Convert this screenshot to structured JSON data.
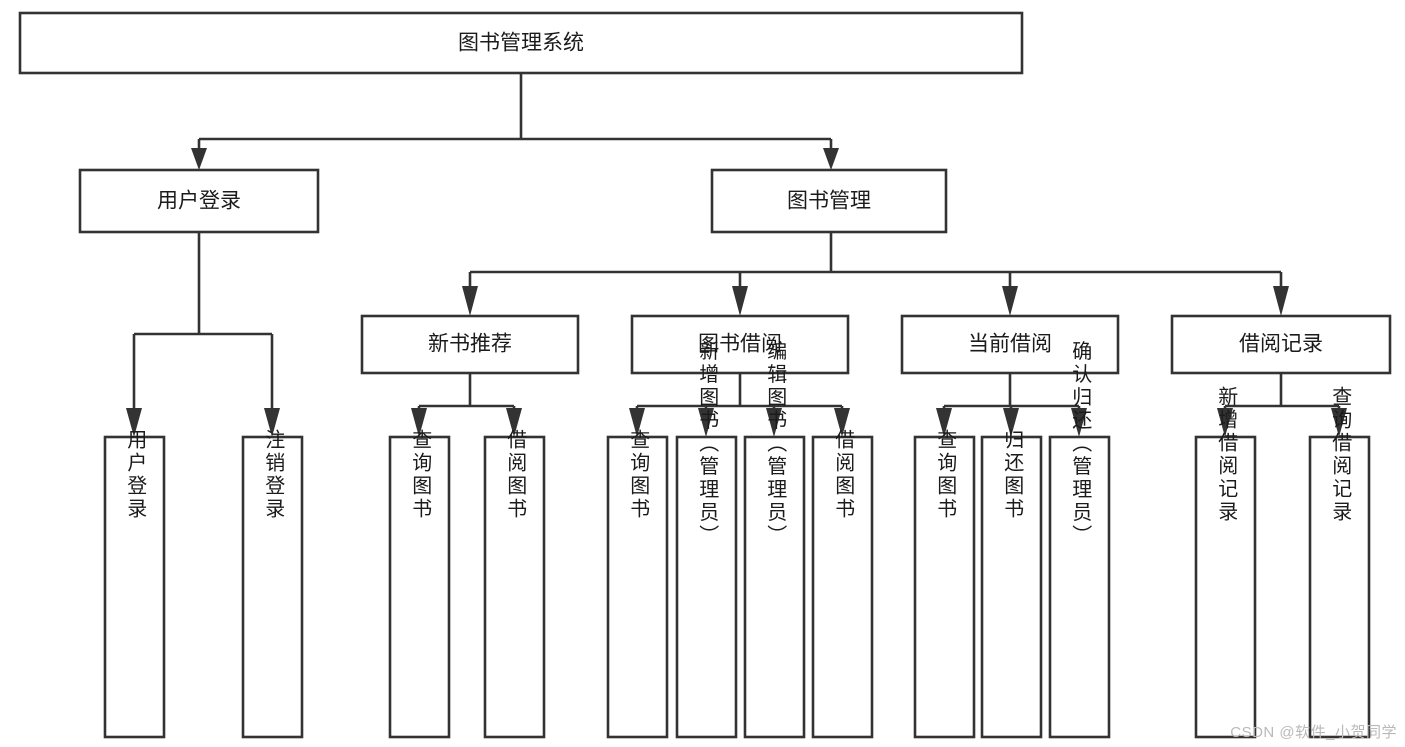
{
  "diagram": {
    "title": "图书管理系统",
    "watermark": "CSDN @软件_小贺同学",
    "colors": {
      "stroke": "#333333",
      "fill": "#ffffff",
      "text": "#1b1b1b",
      "watermark": "#b9b9b9"
    },
    "levels": {
      "root": {
        "label": "图书管理系统"
      },
      "level2": [
        {
          "label": "用户登录"
        },
        {
          "label": "图书管理"
        }
      ],
      "level3": [
        {
          "label": "新书推荐"
        },
        {
          "label": "图书借阅"
        },
        {
          "label": "当前借阅"
        },
        {
          "label": "借阅记录"
        }
      ],
      "leaves": {
        "user_login": [
          {
            "label": "用户登录"
          },
          {
            "label": "注销登录"
          }
        ],
        "new_book_recommend": [
          {
            "label": "查询图书"
          },
          {
            "label": "借阅图书"
          }
        ],
        "book_borrow": [
          {
            "label": "查询图书"
          },
          {
            "label": "新增图书（管理员）"
          },
          {
            "label": "编辑图书（管理员）"
          },
          {
            "label": "借阅图书"
          }
        ],
        "current_borrow": [
          {
            "label": "查询图书"
          },
          {
            "label": "归还图书"
          },
          {
            "label": "确认归还（管理员）"
          }
        ],
        "borrow_record": [
          {
            "label": "新增借阅记录"
          },
          {
            "label": "查询借阅记录"
          }
        ]
      }
    }
  },
  "chart_data": {
    "type": "diagram",
    "title": "图书管理系统",
    "structure": "tree",
    "nodes": [
      {
        "id": "root",
        "label": "图书管理系统",
        "level": 1,
        "parent": null
      },
      {
        "id": "user-login",
        "label": "用户登录",
        "level": 2,
        "parent": "root"
      },
      {
        "id": "book-manage",
        "label": "图书管理",
        "level": 2,
        "parent": "root"
      },
      {
        "id": "new-book",
        "label": "新书推荐",
        "level": 3,
        "parent": "book-manage"
      },
      {
        "id": "book-borrow",
        "label": "图书借阅",
        "level": 3,
        "parent": "book-manage"
      },
      {
        "id": "current-borrow",
        "label": "当前借阅",
        "level": 3,
        "parent": "book-manage"
      },
      {
        "id": "borrow-record",
        "label": "借阅记录",
        "level": 3,
        "parent": "book-manage"
      },
      {
        "id": "leaf-user-login",
        "label": "用户登录",
        "level": 4,
        "parent": "user-login"
      },
      {
        "id": "leaf-logout",
        "label": "注销登录",
        "level": 4,
        "parent": "user-login"
      },
      {
        "id": "leaf-query-book-1",
        "label": "查询图书",
        "level": 4,
        "parent": "new-book"
      },
      {
        "id": "leaf-borrow-book-1",
        "label": "借阅图书",
        "level": 4,
        "parent": "new-book"
      },
      {
        "id": "leaf-query-book-2",
        "label": "查询图书",
        "level": 4,
        "parent": "book-borrow"
      },
      {
        "id": "leaf-add-book",
        "label": "新增图书（管理员）",
        "level": 4,
        "parent": "book-borrow"
      },
      {
        "id": "leaf-edit-book",
        "label": "编辑图书（管理员）",
        "level": 4,
        "parent": "book-borrow"
      },
      {
        "id": "leaf-borrow-book-2",
        "label": "借阅图书",
        "level": 4,
        "parent": "book-borrow"
      },
      {
        "id": "leaf-query-book-3",
        "label": "查询图书",
        "level": 4,
        "parent": "current-borrow"
      },
      {
        "id": "leaf-return-book",
        "label": "归还图书",
        "level": 4,
        "parent": "current-borrow"
      },
      {
        "id": "leaf-confirm-return",
        "label": "确认归还（管理员）",
        "level": 4,
        "parent": "current-borrow"
      },
      {
        "id": "leaf-add-record",
        "label": "新增借阅记录",
        "level": 4,
        "parent": "borrow-record"
      },
      {
        "id": "leaf-query-record",
        "label": "查询借阅记录",
        "level": 4,
        "parent": "borrow-record"
      }
    ]
  }
}
